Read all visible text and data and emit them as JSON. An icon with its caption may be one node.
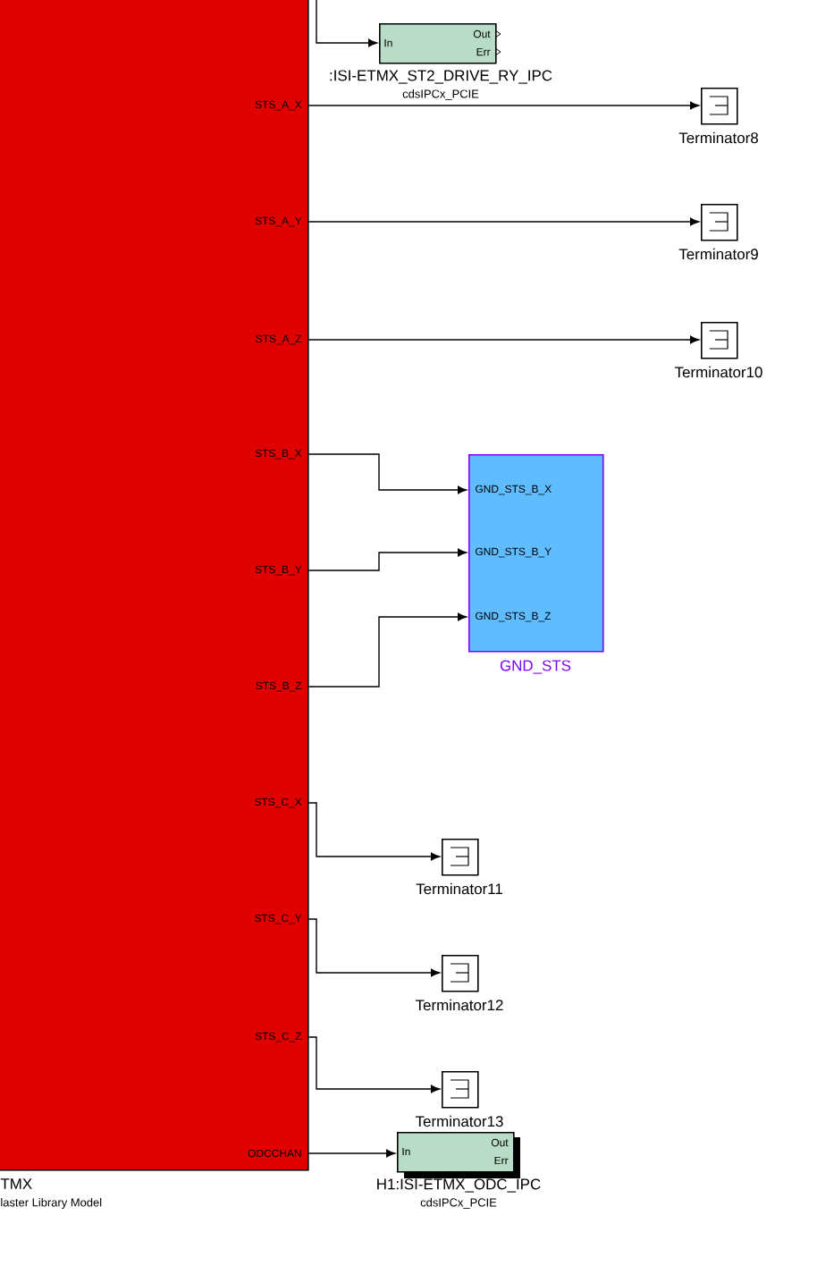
{
  "diagram": {
    "nodes": [
      {
        "text": [
          "STS_A_X",
          "STS_A_Y",
          "STS_A_Z",
          "STS_B_X",
          "STS_B_Y",
          "STS_B_Z",
          "STS_C_X",
          "STS_C_Y",
          "STS_C_Z",
          "ODCCHAN"
        ],
        "beside": [
          "TMX",
          "laster Library Model"
        ]
      },
      {
        "text": [
          "In",
          "Out",
          "Err"
        ],
        "beside": [
          ":ISI-ETMX_ST2_DRIVE_RY_IPC",
          "cdsIPCx_PCIE"
        ]
      },
      {
        "text": [
          "Terminator8"
        ]
      },
      {
        "text": [
          "Terminator9"
        ]
      },
      {
        "text": [
          "Terminator10"
        ]
      },
      {
        "text": [
          "GND_STS_B_X",
          "GND_STS_B_Y",
          "GND_STS_B_Z",
          "GND_STS"
        ]
      },
      {
        "text": [
          "Terminator11"
        ]
      },
      {
        "text": [
          "Terminator12"
        ]
      },
      {
        "text": [
          "Terminator13"
        ]
      },
      {
        "text": [
          "In",
          "Out",
          "Err"
        ],
        "beside": [
          "H1:ISI-ETMX_ODC_IPC",
          "cdsIPCx_PCIE"
        ]
      }
    ],
    "edges": [
      {
        "from": 0,
        "to": 1,
        "arrow": "to"
      },
      {
        "from": 0,
        "to": 2,
        "arrow": "to"
      },
      {
        "from": 0,
        "to": 3,
        "arrow": "to"
      },
      {
        "from": 0,
        "to": 4,
        "arrow": "to"
      },
      {
        "from": 0,
        "to": 5,
        "arrow": "to"
      },
      {
        "from": 0,
        "to": 5,
        "arrow": "to"
      },
      {
        "from": 0,
        "to": 5,
        "arrow": "to"
      },
      {
        "from": 0,
        "to": 6,
        "arrow": "to"
      },
      {
        "from": 0,
        "to": 7,
        "arrow": "to"
      },
      {
        "from": 0,
        "to": 8,
        "arrow": "to"
      },
      {
        "from": 0,
        "to": 9,
        "arrow": "to"
      }
    ]
  }
}
